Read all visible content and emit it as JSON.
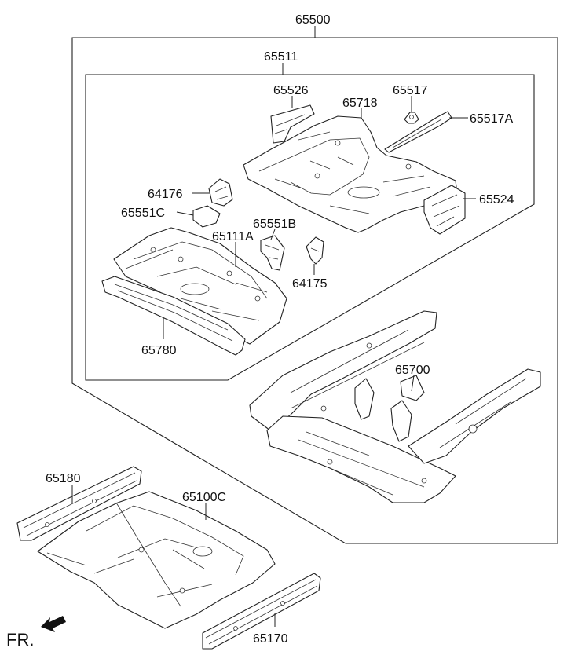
{
  "parts": {
    "p65500": "65500",
    "p65511": "65511",
    "p65526": "65526",
    "p65718": "65718",
    "p65517": "65517",
    "p65517A": "65517A",
    "p64176": "64176",
    "p65551C": "65551C",
    "p65111A": "65111A",
    "p65551B": "65551B",
    "p65524": "65524",
    "p64175": "64175",
    "p65780": "65780",
    "p65700": "65700",
    "p65180": "65180",
    "p65100C": "65100C",
    "p65170": "65170"
  },
  "direction": {
    "label": "FR.",
    "arrow_icon": "front-direction-arrow-icon"
  }
}
